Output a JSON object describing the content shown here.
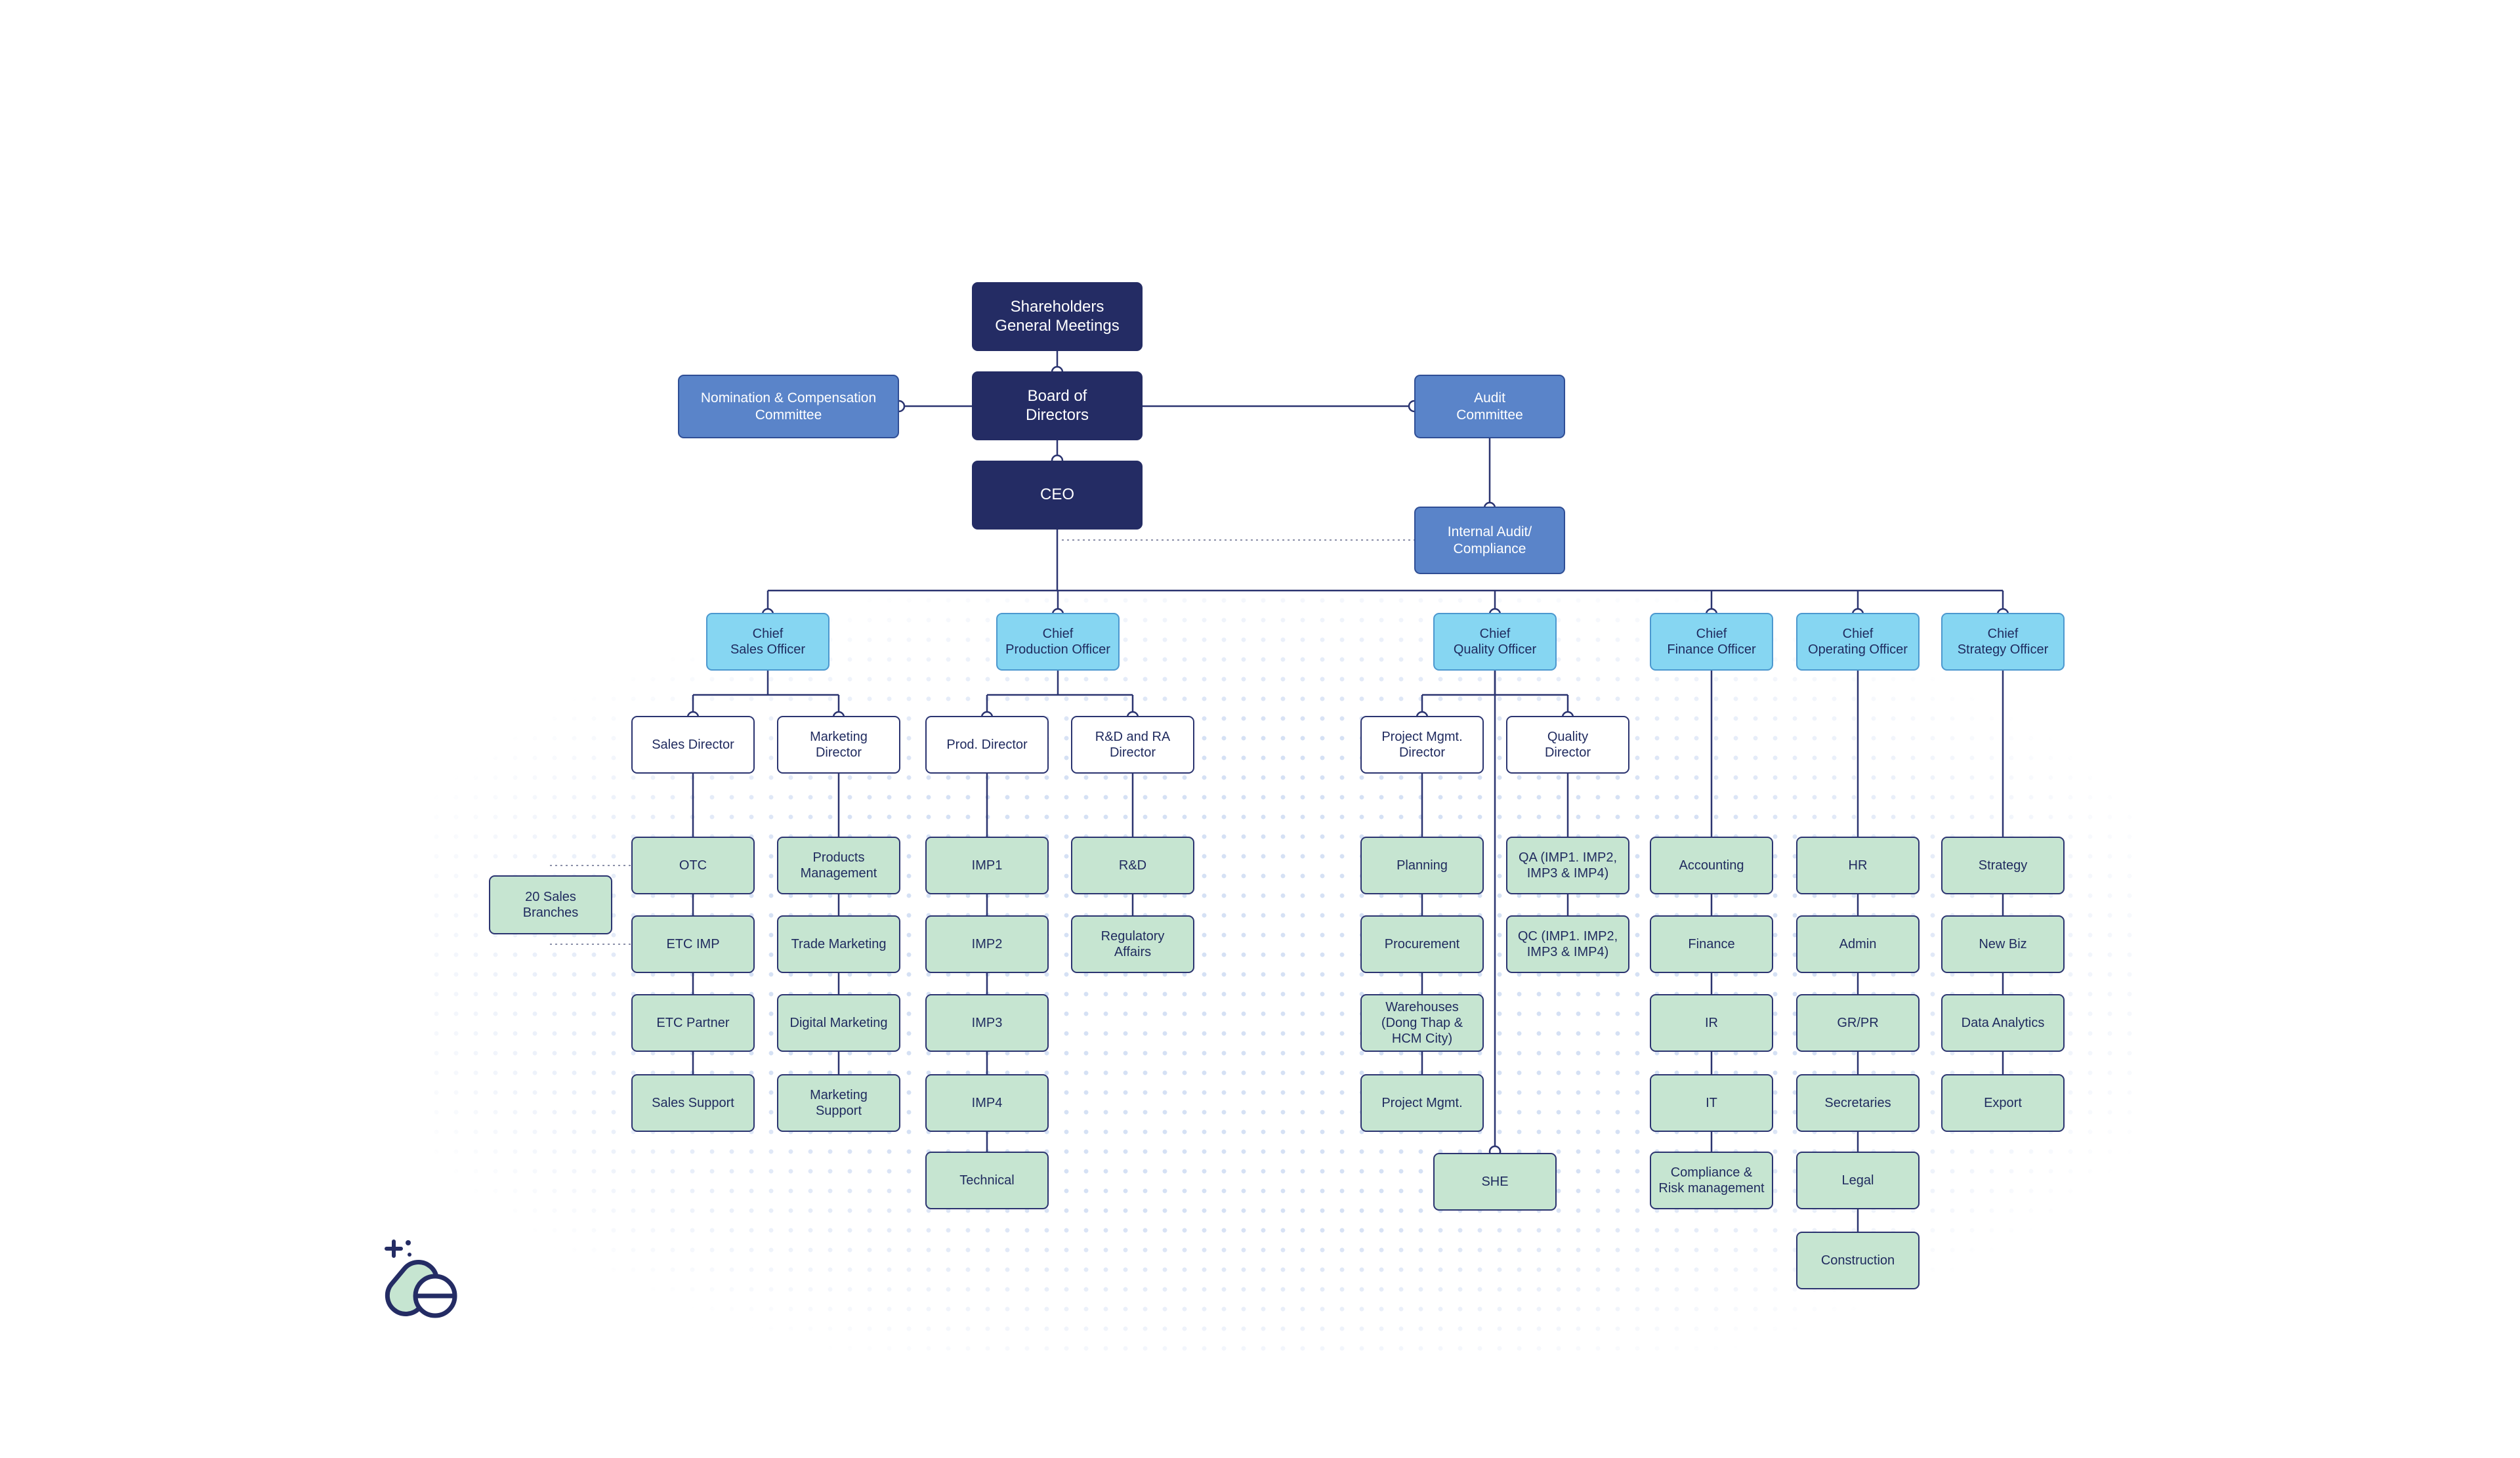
{
  "top": {
    "shareholders": "Shareholders\nGeneral Meetings",
    "board": "Board of\nDirectors",
    "ceo": "CEO",
    "nomination": "Nomination & Compensation\nCommittee",
    "audit_committee": "Audit\nCommittee",
    "internal_audit": "Internal Audit/\nCompliance"
  },
  "chiefs": {
    "sales": "Chief\nSales Officer",
    "production": "Chief\nProduction Officer",
    "quality": "Chief\nQuality Officer",
    "finance": "Chief\nFinance Officer",
    "operating": "Chief\nOperating Officer",
    "strategy": "Chief\nStrategy Officer"
  },
  "directors": {
    "sales_director": "Sales Director",
    "marketing_director": "Marketing\nDirector",
    "prod_director": "Prod. Director",
    "rd_ra_director": "R&D and RA\nDirector",
    "project_mgmt_director": "Project Mgmt.\nDirector",
    "quality_director": "Quality\nDirector"
  },
  "units": {
    "sales": [
      "OTC",
      "ETC IMP",
      "ETC Partner",
      "Sales Support"
    ],
    "sales_branches": "20 Sales\nBranches",
    "marketing": [
      "Products\nManagement",
      "Trade Marketing",
      "Digital Marketing",
      "Marketing\nSupport"
    ],
    "production": [
      "IMP1",
      "IMP2",
      "IMP3",
      "IMP4",
      "Technical"
    ],
    "rd": [
      "R&D",
      "Regulatory\nAffairs"
    ],
    "project": [
      "Planning",
      "Procurement",
      "Warehouses\n(Dong Thap &\nHCM City)",
      "Project Mgmt."
    ],
    "she": "SHE",
    "quality": [
      "QA (IMP1. IMP2,\nIMP3 & IMP4)",
      "QC (IMP1. IMP2,\nIMP3 & IMP4)"
    ],
    "finance": [
      "Accounting",
      "Finance",
      "IR",
      "IT",
      "Compliance &\nRisk management"
    ],
    "operating": [
      "HR",
      "Admin",
      "GR/PR",
      "Secretaries",
      "Legal",
      "Construction"
    ],
    "strategy": [
      "Strategy",
      "New Biz",
      "Data Analytics",
      "Export"
    ]
  },
  "colors": {
    "navy": "#242c64",
    "committee_blue": "#5a84c9",
    "chief_sky": "#86d6f2",
    "unit_green": "#c6e5d1",
    "line": "#2b3470"
  },
  "icons": [
    "pills-logo-icon"
  ]
}
